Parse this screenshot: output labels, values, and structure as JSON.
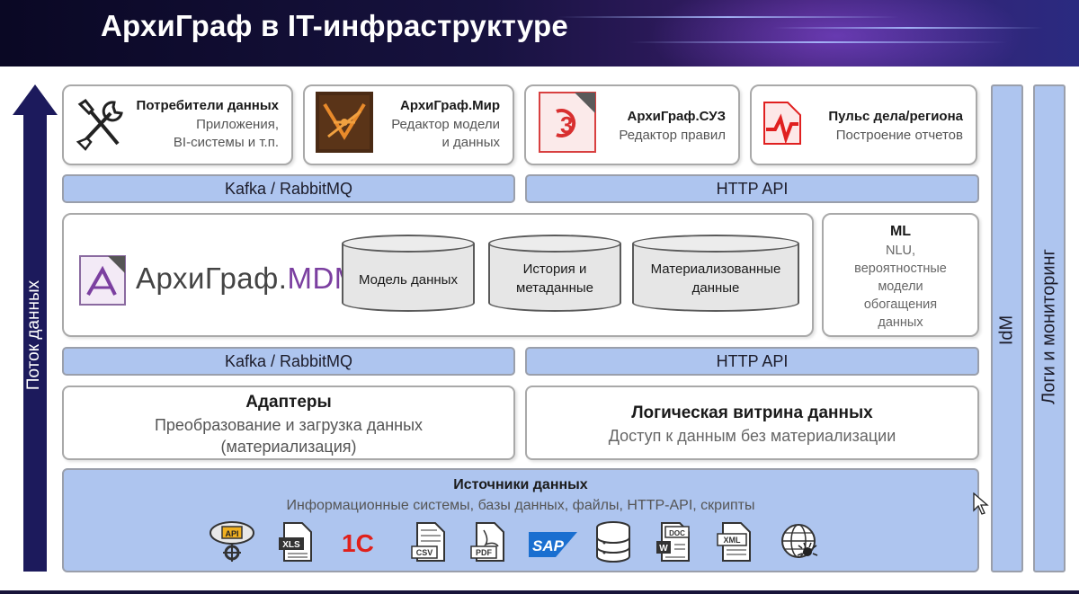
{
  "title": "АрхиГраф в IT-инфраструктуре",
  "flow_arrow": {
    "label": "Поток данных"
  },
  "consumers": [
    {
      "title": "Потребители данных",
      "sub1": "Приложения,",
      "sub2": "BI-системы и т.п.",
      "icon": "tools-icon"
    },
    {
      "title": "АрхиГраф.Мир",
      "sub1": "Редактор модели",
      "sub2": "и данных",
      "icon": "archigraph-mir-logo"
    },
    {
      "title": "АрхиГраф.СУЗ",
      "sub1": "Редактор правил",
      "sub2": "",
      "icon": "archigraph-suz-logo"
    },
    {
      "title": "Пульс дела/региона",
      "sub1": "Построение отчетов",
      "sub2": "",
      "icon": "pulse-logo"
    }
  ],
  "bus_top": {
    "left": "Kafka / RabbitMQ",
    "right": "HTTP API"
  },
  "mdm": {
    "logo_text_main": "АрхиГраф.",
    "logo_text_accent": "MDM",
    "stores": [
      {
        "line1": "Модель данных",
        "line2": ""
      },
      {
        "line1": "История и",
        "line2": "метаданные"
      },
      {
        "line1": "Материализованные",
        "line2": "данные"
      }
    ]
  },
  "ml": {
    "title": "ML",
    "lines": [
      "NLU,",
      "вероятностные",
      "модели",
      "обогащения",
      "данных"
    ]
  },
  "bus_bottom": {
    "left": "Kafka / RabbitMQ",
    "right": "HTTP API"
  },
  "adapters": {
    "title": "Адаптеры",
    "line1": "Преобразование и загрузка данных",
    "line2": "(материализация)"
  },
  "logical": {
    "title": "Логическая витрина данных",
    "line1": "Доступ к данным без материализации"
  },
  "sources": {
    "title": "Источники данных",
    "subtitle": "Информационные системы, базы данных, файлы, HTTP-API, скрипты",
    "icons": [
      {
        "name": "api-icon",
        "label": "API"
      },
      {
        "name": "xls-icon",
        "label": "XLS"
      },
      {
        "name": "1c-icon",
        "label": "1С"
      },
      {
        "name": "csv-icon",
        "label": "CSV"
      },
      {
        "name": "pdf-icon",
        "label": "PDF"
      },
      {
        "name": "sap-icon",
        "label": "SAP"
      },
      {
        "name": "database-icon",
        "label": ""
      },
      {
        "name": "doc-icon",
        "label": "DOC"
      },
      {
        "name": "xml-icon",
        "label": "XML"
      },
      {
        "name": "web-crawler-icon",
        "label": ""
      }
    ]
  },
  "side": {
    "idm": "IdM",
    "logs": "Логи и мониторинг"
  },
  "colors": {
    "bar": "#aec5ef",
    "arrow": "#1c1a5c",
    "mdm_accent": "#7b3fa0",
    "red": "#e0201b"
  }
}
